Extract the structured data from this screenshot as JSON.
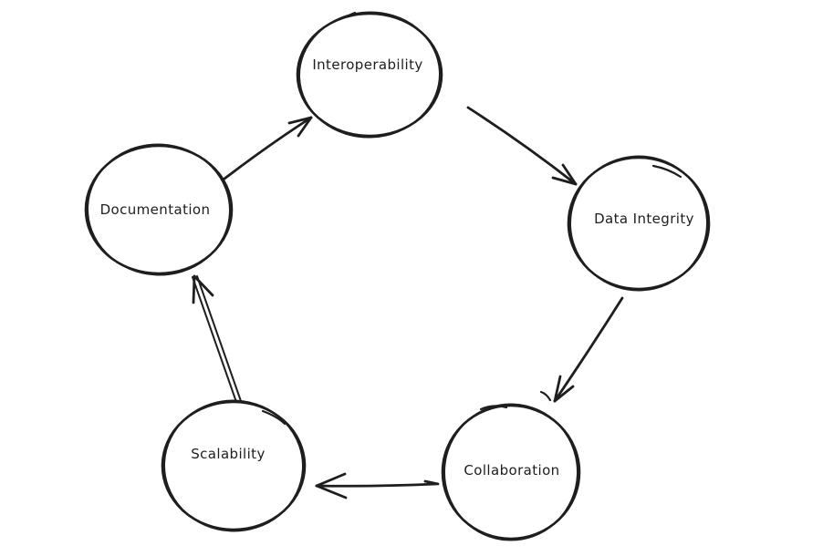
{
  "diagram": {
    "type": "cycle",
    "background_color": "#ffffff",
    "stroke_color": "#1e1e1e",
    "text_color": "#1e1e1e",
    "style": "hand-drawn-sketch",
    "nodes": [
      {
        "id": "interoperability",
        "label": "Interoperability",
        "shape": "circle"
      },
      {
        "id": "data-integrity",
        "label": "Data Integrity",
        "shape": "circle"
      },
      {
        "id": "collaboration",
        "label": "Collaboration",
        "shape": "circle"
      },
      {
        "id": "scalability",
        "label": "Scalability",
        "shape": "circle"
      },
      {
        "id": "documentation",
        "label": "Documentation",
        "shape": "circle"
      }
    ],
    "edges": [
      {
        "from": "Interoperability",
        "to": "Data Integrity",
        "arrow_style": "single-line"
      },
      {
        "from": "Data Integrity",
        "to": "Collaboration",
        "arrow_style": "single-line"
      },
      {
        "from": "Collaboration",
        "to": "Scalability",
        "arrow_style": "single-line"
      },
      {
        "from": "Scalability",
        "to": "Documentation",
        "arrow_style": "double-line"
      },
      {
        "from": "Documentation",
        "to": "Interoperability",
        "arrow_style": "single-line"
      }
    ]
  }
}
